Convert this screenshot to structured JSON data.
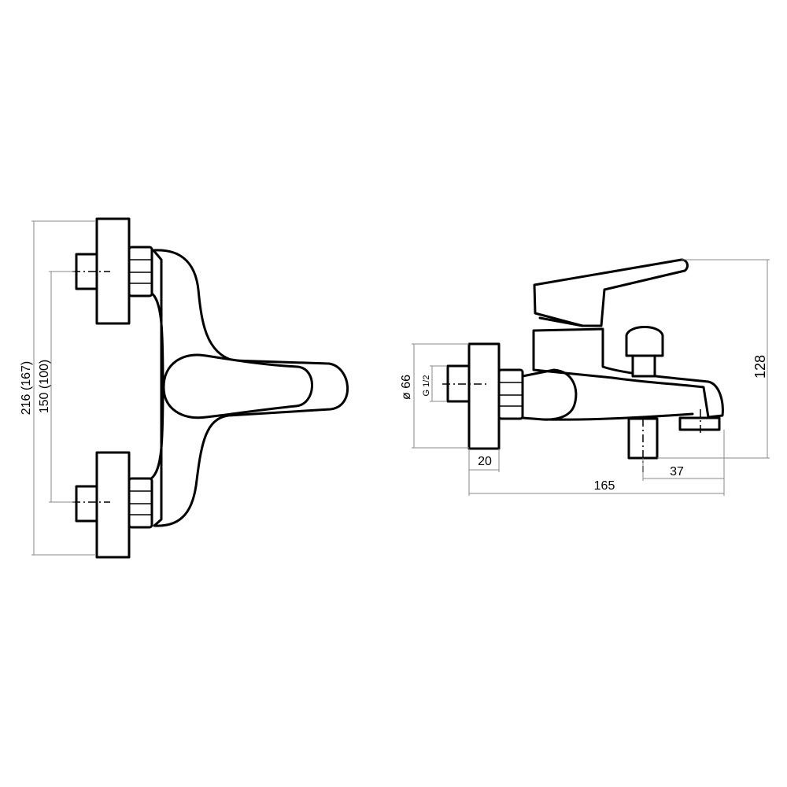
{
  "front_view": {
    "height_label": "216 (167)",
    "center_distance_label": "150 (100)"
  },
  "side_view": {
    "diameter_label": "ø 66",
    "thread_label": "G 1/2",
    "wall_depth_label": "20",
    "spout_offset_label": "37",
    "overall_length_label": "165",
    "height_label": "128"
  }
}
